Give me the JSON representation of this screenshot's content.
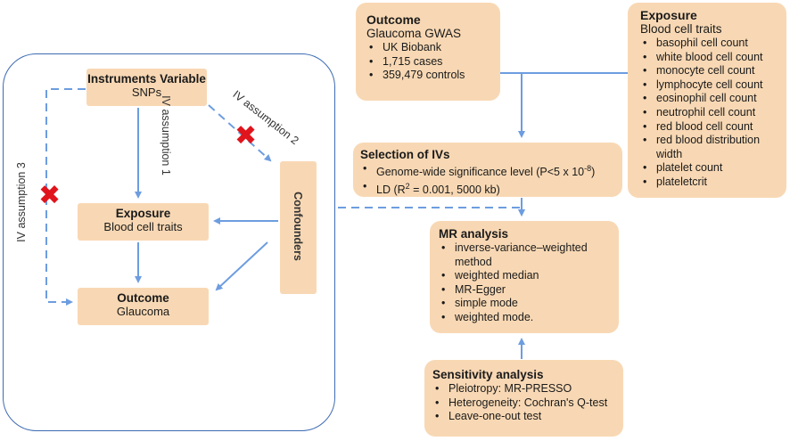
{
  "left": {
    "instruments": {
      "title": "Instruments Variable",
      "subtitle": "SNPs"
    },
    "exposure": {
      "title": "Exposure",
      "subtitle": "Blood cell traits"
    },
    "outcome": {
      "title": "Outcome",
      "subtitle": "Glaucoma"
    },
    "confounders": {
      "title": "Confounders"
    },
    "assumptions": {
      "a1": "IV assumption 1",
      "a2": "IV assumption 2",
      "a3": "IV assumption 3"
    }
  },
  "outcome_box": {
    "title": "Outcome",
    "subtitle": "Glaucoma  GWAS",
    "items": [
      "UK Biobank",
      "1,715 cases",
      " 359,479 controls"
    ]
  },
  "exposure_box": {
    "title": "Exposure",
    "subtitle": "Blood cell traits",
    "items": [
      "basophil cell count",
      "white blood cell count",
      "monocyte cell count",
      "lymphocyte cell count",
      "eosinophil cell count",
      "neutrophil cell count",
      "red blood cell count",
      "red blood distribution width",
      "platelet count",
      "plateletcrit"
    ]
  },
  "selection_box": {
    "title": "Selection of IVs",
    "item1_text": "Genome-wide significance level (P<5 x 10",
    "item1_sup": "-8",
    "item1_end": ")",
    "item2_text": "LD (R",
    "item2_sup": "2",
    "item2_end": " = 0.001, 5000 kb)"
  },
  "mr_box": {
    "title": "MR analysis",
    "items": [
      "inverse-variance–weighted method",
      "weighted median",
      "MR-Egger",
      "simple mode",
      "weighted mode."
    ]
  },
  "sensitivity_box": {
    "title": "Sensitivity analysis",
    "items": [
      "Pleiotropy:   MR-PRESSO",
      "Heterogeneity:   Cochran's Q-test",
      "Leave-one-out test"
    ]
  },
  "colors": {
    "box_fill": "#f8d8b4",
    "arrow": "#6d9de0",
    "border": "#3d6bb3",
    "cross": "#e0141c"
  }
}
